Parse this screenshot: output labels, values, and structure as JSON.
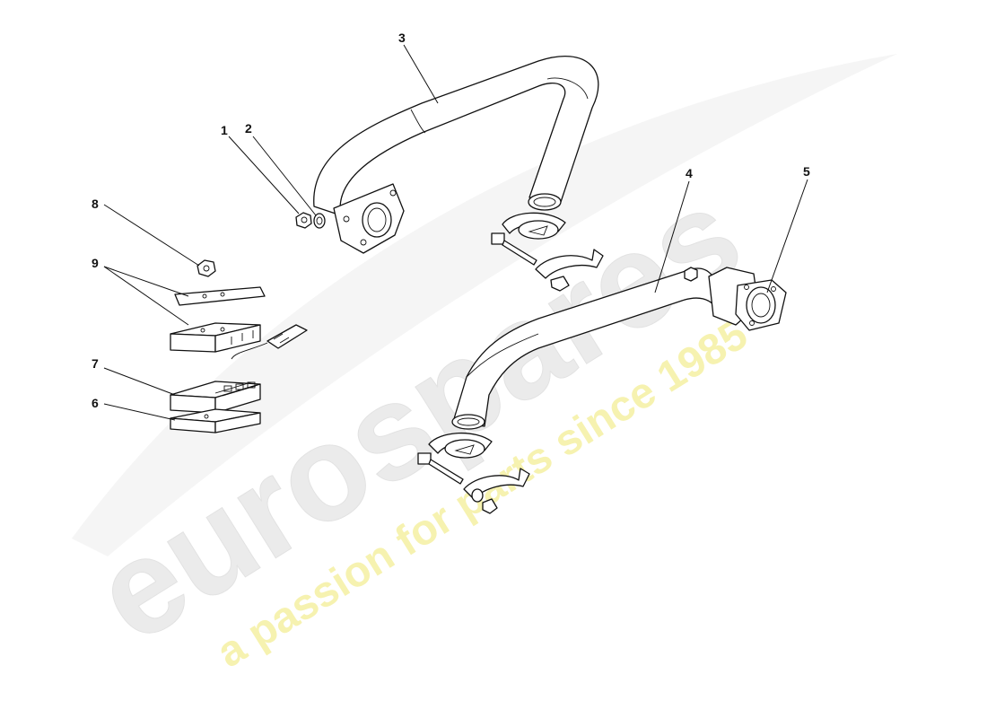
{
  "watermark": {
    "brand": "eurospares",
    "tagline": "a passion for parts since 1985",
    "colors": {
      "brand": "#e9e9e9",
      "tagline": "#f7f3b4"
    }
  },
  "callouts": [
    "1",
    "2",
    "3",
    "4",
    "5",
    "6",
    "7",
    "8",
    "9"
  ],
  "colors": {
    "line": "#111111",
    "background": "#ffffff"
  }
}
